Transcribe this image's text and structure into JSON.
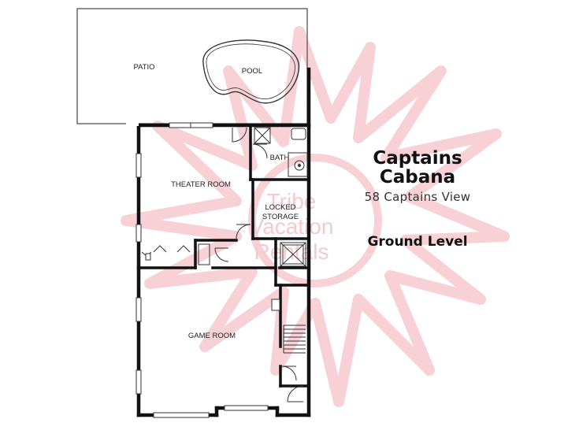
{
  "rooms": {
    "patio": "PATIO",
    "pool": "POOL",
    "bath": "BATH",
    "theater_room": "THEATER ROOM",
    "locked_storage_line1": "LOCKED",
    "locked_storage_line2": "STORAGE",
    "game_room": "GAME ROOM"
  },
  "property": {
    "name_line1": "Captains",
    "name_line2": "Cabana",
    "address": "58 Captains View",
    "level": "Ground Level"
  },
  "watermark": {
    "text_line1": "Tribe",
    "text_line2": "Vacation",
    "text_line3": "Rentals",
    "color": "#f6c9cf"
  },
  "colors": {
    "wall": "#111111",
    "thin_line": "#333333",
    "background": "#ffffff"
  }
}
